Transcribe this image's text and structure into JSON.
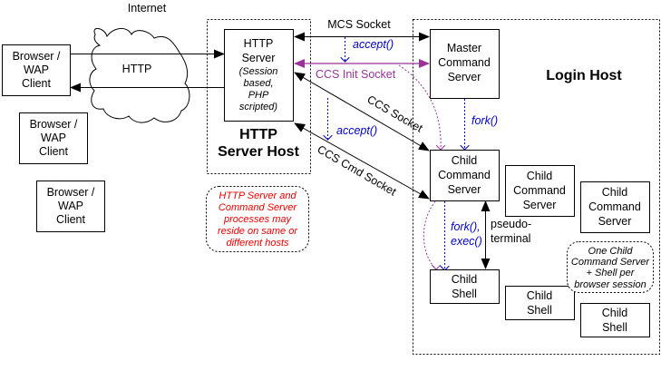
{
  "internet_label": "Internet",
  "http_label": "HTTP",
  "browser_clients": [
    {
      "lines": [
        "Browser /",
        "WAP",
        "Client"
      ]
    },
    {
      "lines": [
        "Browser /",
        "WAP",
        "Client"
      ]
    },
    {
      "lines": [
        "Browser /",
        "WAP",
        "Client"
      ]
    }
  ],
  "http_server": {
    "lines": [
      "HTTP",
      "Server"
    ],
    "italic_lines": [
      "(Session",
      "based,",
      "PHP",
      "scripted)"
    ]
  },
  "http_server_host": {
    "lines": [
      "HTTP",
      "Server Host"
    ]
  },
  "login_host": {
    "label": "Login Host"
  },
  "master_command_server": {
    "lines": [
      "Master",
      "Command",
      "Server"
    ]
  },
  "child_command_servers": [
    {
      "lines": [
        "Child",
        "Command",
        "Server"
      ]
    },
    {
      "lines": [
        "Child",
        "Command",
        "Server"
      ]
    },
    {
      "lines": [
        "Child",
        "Command",
        "Server"
      ]
    }
  ],
  "child_shells": [
    {
      "lines": [
        "Child",
        "Shell"
      ]
    },
    {
      "lines": [
        "Child",
        "Shell"
      ]
    },
    {
      "lines": [
        "Child",
        "Shell"
      ]
    }
  ],
  "connections": {
    "mcs_socket": "MCS Socket",
    "ccs_init_socket": "CCS Init Socket",
    "ccs_socket": "CCS Socket",
    "ccs_cmd_socket": "CCS Cmd Socket",
    "accept_1": "accept()",
    "accept_2": "accept()",
    "fork": "fork()",
    "fork_exec": [
      "fork(),",
      "exec()"
    ],
    "pseudo_terminal": [
      "pseudo-",
      "terminal"
    ]
  },
  "notes": {
    "same_or_different_hosts": [
      "HTTP Server and",
      "Command Server",
      "processes may",
      "reside on same or",
      "different hosts"
    ],
    "one_per_session": [
      "One Child",
      "Command Server",
      "+ Shell per",
      "browser session"
    ]
  },
  "colors": {
    "accent_blue": "#0000cc",
    "accent_purple": "#993399",
    "note_red": "#ee0000"
  }
}
